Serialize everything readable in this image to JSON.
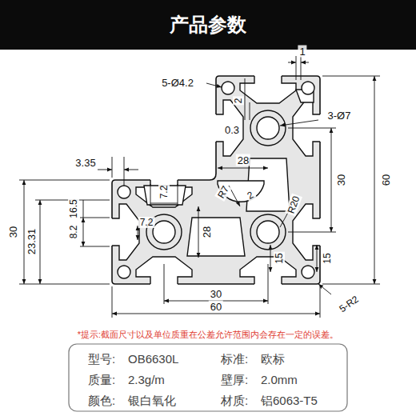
{
  "diagram": {
    "title": "产品参数",
    "labels": [
      "1",
      "5-Ø4.2",
      "2",
      "0.3",
      "3-Ø7",
      "3.35",
      "28",
      "30",
      "60",
      "R7",
      "2",
      "7.2",
      "30",
      "23.31",
      "16.5",
      "8.2",
      "7.2",
      "28",
      "R20",
      "15",
      "15",
      "5-R2",
      "30",
      "60",
      "*提示:截面尺寸以及单位质重在公差允许范围内会存在一定的误差。",
      "型号:",
      "OB6630L",
      "标准:",
      "欧标",
      "质量:",
      "2.3g/m",
      "壁厚:",
      "2.0mm",
      "颜色:",
      "银白氧化",
      "材质:",
      "铝6063-T5"
    ]
  }
}
